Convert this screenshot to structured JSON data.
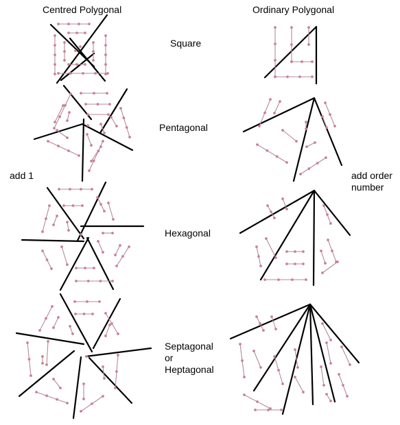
{
  "headers": {
    "centred": "Centred Polygonal",
    "ordinary": "Ordinary Polygonal"
  },
  "rows": {
    "square": "Square",
    "pentagonal": "Pentagonal",
    "hexagonal": "Hexagonal",
    "septagonal": "Septagonal\nor\nHeptagonal"
  },
  "notes": {
    "left": "add 1",
    "right": "add order\nnumber"
  },
  "colors": {
    "cut_lines": "#000000",
    "dots": "#c9818f",
    "links": "#b48a94"
  }
}
